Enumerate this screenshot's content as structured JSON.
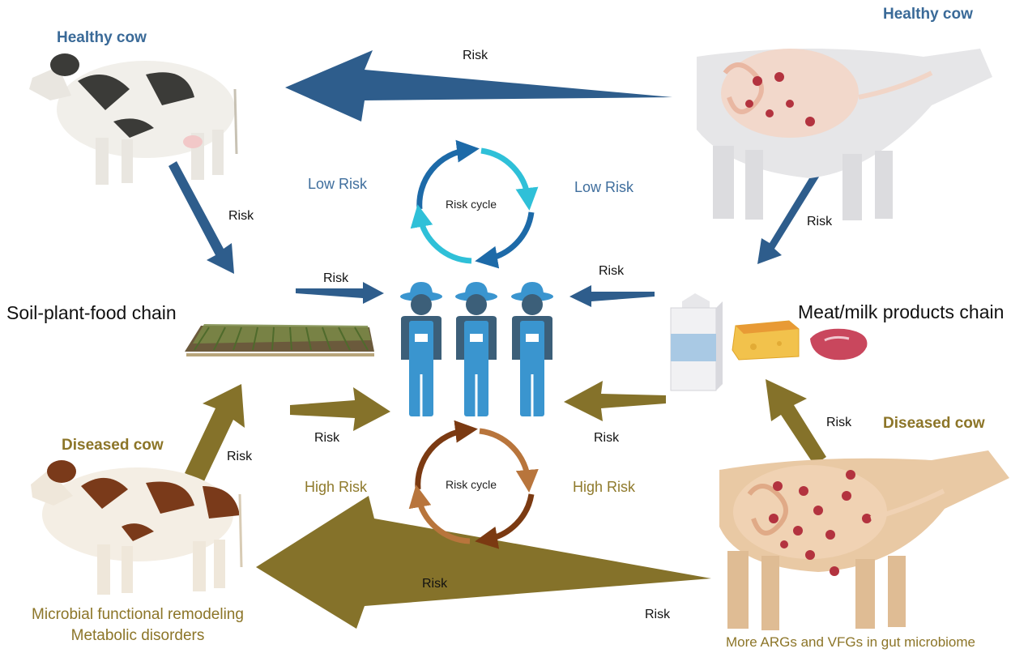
{
  "labels": {
    "healthy_cow_left": "Healthy cow",
    "healthy_cow_right": "Healthy cow",
    "diseased_cow_left": "Diseased cow",
    "diseased_cow_right": "Diseased cow",
    "soil_chain": "Soil-plant-food chain",
    "meat_chain": "Meat/milk products chain",
    "low_risk": "Low Risk",
    "high_risk": "High Risk",
    "risk": "Risk",
    "risk_cycle": "Risk cycle",
    "caption_left_1": "Microbial functional remodeling",
    "caption_left_2": "Metabolic disorders",
    "caption_right": "More ARGs and VFGs in gut microbiome"
  },
  "colors": {
    "blue_arrow": "#2e5d8c",
    "gold_arrow": "#85722a",
    "farmer_blue": "#3a95cf",
    "farmer_dark": "#3c5f79",
    "cycle_blue_dark": "#1d6aa8",
    "cycle_blue_light": "#2fc0d8",
    "cycle_brown_dark": "#7b3a12",
    "cycle_brown_light": "#b8753c"
  }
}
